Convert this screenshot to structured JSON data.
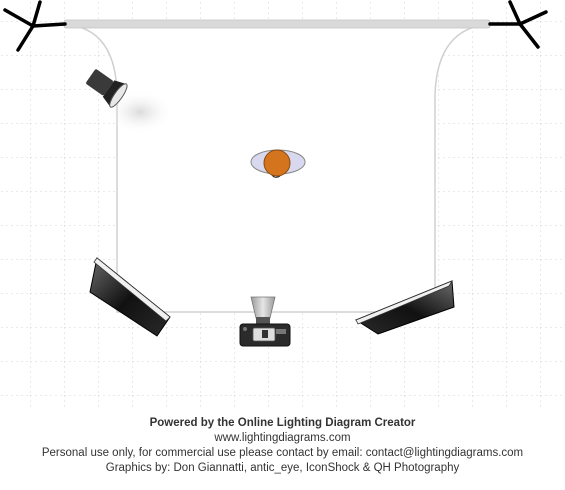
{
  "diagram": {
    "elements": [
      {
        "name": "background-stands",
        "icon": "c-stand-icon"
      },
      {
        "name": "seamless-backdrop",
        "color": "#ffffff"
      },
      {
        "name": "hair-light",
        "icon": "spotlight-icon"
      },
      {
        "name": "subject",
        "icon": "person-topdown-icon",
        "color": "#d4741d"
      },
      {
        "name": "left-softbox",
        "icon": "strip-softbox-icon"
      },
      {
        "name": "right-softbox",
        "icon": "strip-softbox-icon"
      },
      {
        "name": "camera",
        "icon": "camera-icon"
      }
    ],
    "grid": true
  },
  "credits": {
    "powered_by": "Powered by the Online Lighting Diagram Creator",
    "website": "www.lightingdiagrams.com",
    "license": "Personal use only, for commercial use please contact by email: contact@lightingdiagrams.com",
    "graphics": "Graphics by: Don Giannatti, antic_eye, IconShock & QH Photography"
  }
}
